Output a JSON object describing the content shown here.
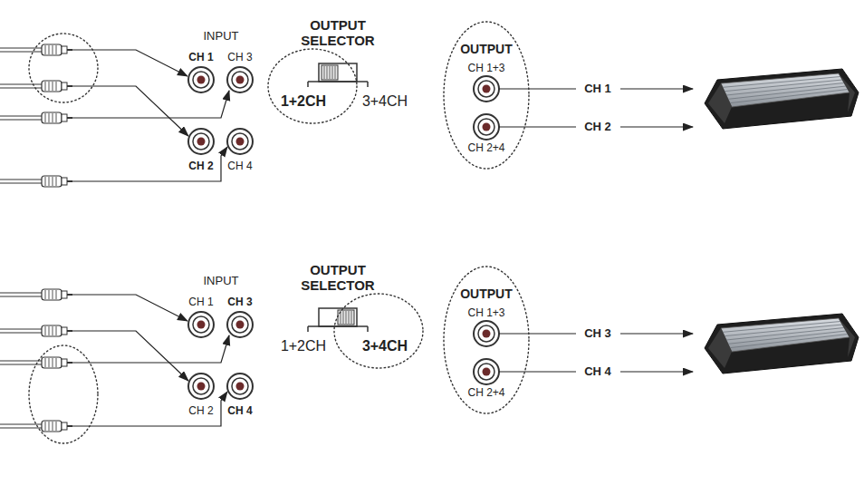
{
  "diagram": {
    "nodes": [
      {
        "text": [
          "1+2CH"
        ]
      },
      {
        "text": [
          "OUTPUT",
          "CH 1+3",
          "CH 2+4"
        ]
      },
      {
        "text": [
          "3+4CH"
        ]
      },
      {
        "text": [
          "OUTPUT",
          "CH 1+3",
          "CH 2+4"
        ]
      }
    ],
    "labels": [
      "INPUT",
      "CH 1",
      "CH 3",
      "CH 2",
      "CH 4",
      "OUTPUT SELECTOR",
      "3+4CH",
      "CH 1",
      "CH 2",
      "INPUT",
      "CH 1",
      "CH 3",
      "CH 2",
      "CH 4",
      "OUTPUT SELECTOR",
      "1+2CH",
      "CH 3",
      "CH 4"
    ]
  }
}
